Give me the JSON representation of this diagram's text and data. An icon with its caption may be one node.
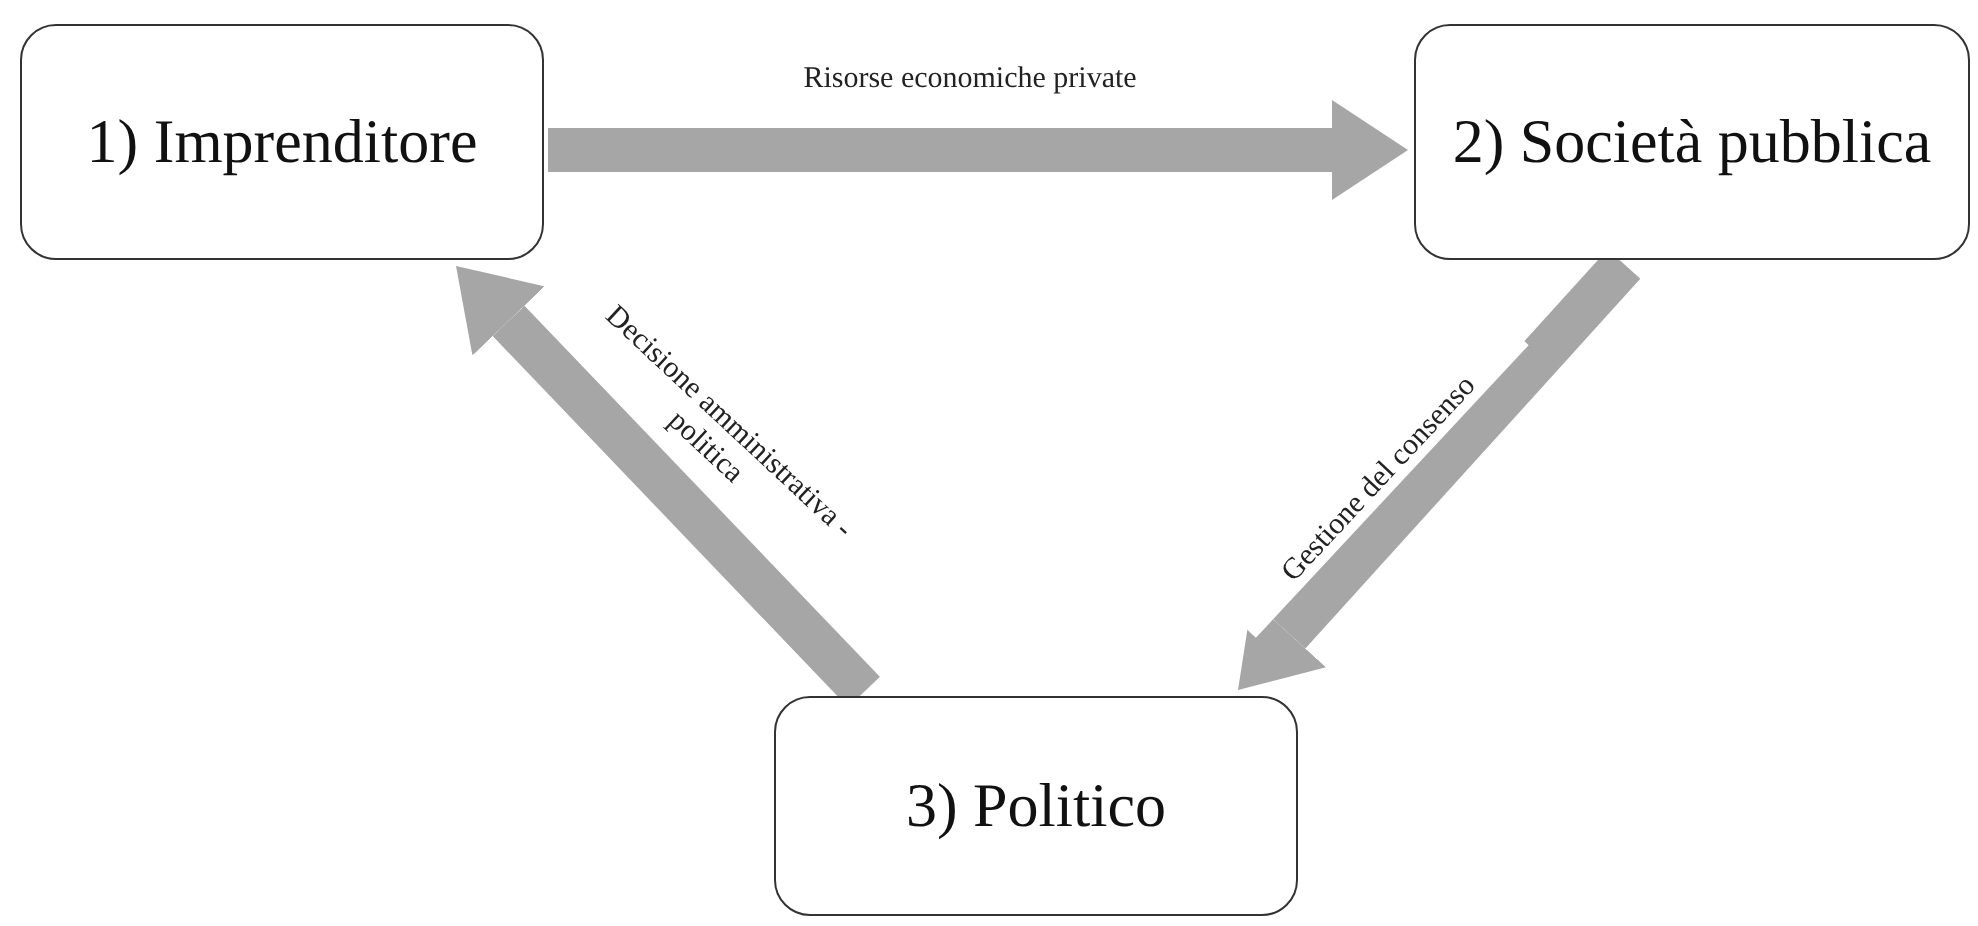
{
  "diagram": {
    "nodes": [
      {
        "text": [
          "1) Imprenditore"
        ]
      },
      {
        "text": [
          "2) Società pubblica"
        ]
      },
      {
        "text": [
          "3) Politico"
        ]
      }
    ],
    "edges": [
      {
        "from": 0,
        "to": 1,
        "arrow": "to",
        "label": "Risorse economiche private"
      },
      {
        "from": 1,
        "to": 2,
        "arrow": "to",
        "label": "Gestione del consenso"
      },
      {
        "from": 2,
        "to": 0,
        "arrow": "to",
        "label": "Decisione amministrativa - politica"
      }
    ]
  }
}
